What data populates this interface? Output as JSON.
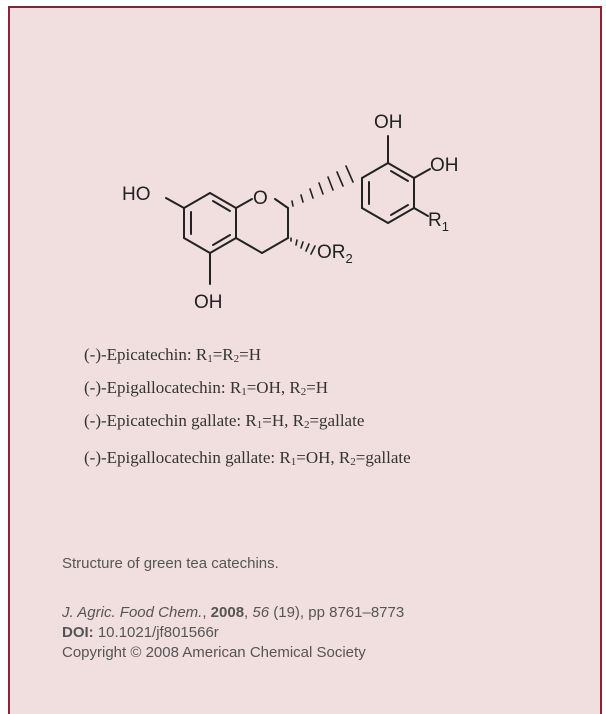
{
  "structure": {
    "labels": {
      "ho_left": "HO",
      "ring_o": "O",
      "oh_bottom": "OH",
      "oh_top": "OH",
      "oh_right": "OH",
      "r1": "R",
      "r1_sub": "1",
      "or2": "OR",
      "or2_sub": "2"
    }
  },
  "legend": [
    {
      "name": "(-)-Epicatechin: ",
      "r1": "R",
      "r1_sub": "1",
      "mid": "=R",
      "r2_sub": "2",
      "tail": "=H"
    },
    {
      "name": "(-)-Epigallocatechin: ",
      "r1": "R",
      "r1_sub": "1",
      "mid": "=OH, R",
      "r2_sub": "2",
      "tail": "=H"
    },
    {
      "name": "(-)-Epicatechin gallate: ",
      "r1": "R",
      "r1_sub": "1",
      "mid": "=H, R",
      "r2_sub": "2",
      "tail": "=gallate"
    },
    {
      "name": "(-)-Epigallocatechin gallate: ",
      "r1": "R",
      "r1_sub": "1",
      "mid": "=OH, R",
      "r2_sub": "2",
      "tail": "=gallate"
    }
  ],
  "caption": "Structure of green tea catechins.",
  "citation": {
    "journal": "J. Agric. Food Chem.",
    "sep1": ", ",
    "year": "2008",
    "sep2": ", ",
    "volume": "56",
    "rest": " (19), pp 8761–8773",
    "doi_label": "DOI:",
    "doi": " 10.1021/jf801566r",
    "copyright": "Copyright © 2008 American Chemical Society"
  },
  "colors": {
    "panel_bg": "#f1dfdf",
    "border": "#8a2335",
    "ink": "#222222",
    "caption_text": "#555555"
  }
}
